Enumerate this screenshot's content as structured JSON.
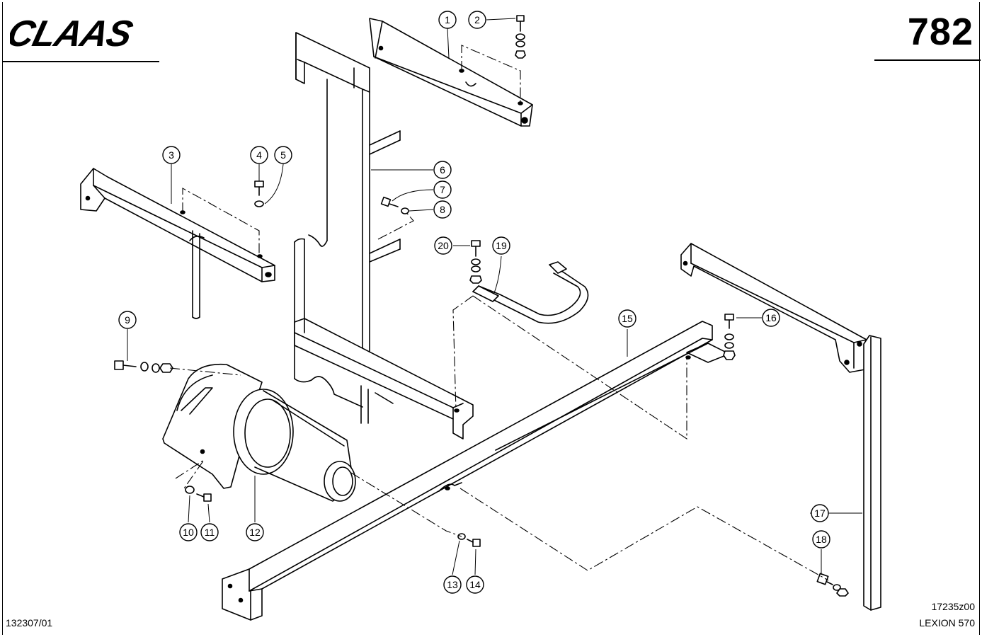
{
  "header": {
    "brand": "CLAAS",
    "page_number": "782"
  },
  "footer": {
    "left_code": "132307/01",
    "drawing_code": "17235z00",
    "model": "LEXION 570"
  },
  "callouts": [
    {
      "id": "1",
      "label": "1"
    },
    {
      "id": "2",
      "label": "2"
    },
    {
      "id": "3",
      "label": "3"
    },
    {
      "id": "4",
      "label": "4"
    },
    {
      "id": "5",
      "label": "5"
    },
    {
      "id": "6",
      "label": "6"
    },
    {
      "id": "7",
      "label": "7"
    },
    {
      "id": "8",
      "label": "8"
    },
    {
      "id": "9",
      "label": "9"
    },
    {
      "id": "10",
      "label": "10"
    },
    {
      "id": "11",
      "label": "11"
    },
    {
      "id": "12",
      "label": "12"
    },
    {
      "id": "13",
      "label": "13"
    },
    {
      "id": "14",
      "label": "14"
    },
    {
      "id": "15",
      "label": "15"
    },
    {
      "id": "16",
      "label": "16"
    },
    {
      "id": "17",
      "label": "17"
    },
    {
      "id": "18",
      "label": "18"
    },
    {
      "id": "19",
      "label": "19"
    },
    {
      "id": "20",
      "label": "20"
    }
  ]
}
